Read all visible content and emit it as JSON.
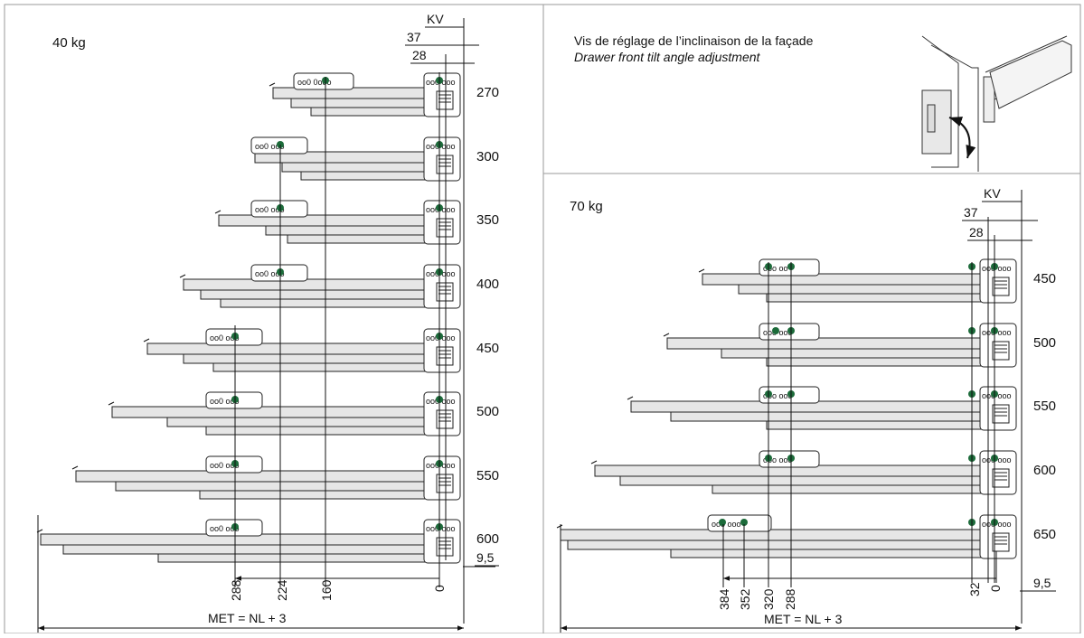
{
  "left": {
    "load": "40 kg",
    "kv": "KV",
    "dim37": "37",
    "dim28": "28",
    "dim95": "9,5",
    "met": "MET = NL + 3",
    "lengths": [
      "270",
      "300",
      "350",
      "400",
      "450",
      "500",
      "550",
      "600"
    ],
    "bottom_dims": [
      "288",
      "224",
      "160",
      "0"
    ]
  },
  "right_top": {
    "title_fr": "Vis de réglage de l’inclinaison de la façade",
    "title_en": "Drawer front tilt angle adjustment"
  },
  "right": {
    "load": "70 kg",
    "kv": "KV",
    "dim37": "37",
    "dim28": "28",
    "dim95": "9,5",
    "met": "MET = NL + 3",
    "lengths": [
      "450",
      "500",
      "550",
      "600",
      "650"
    ],
    "bottom_dims": [
      "384",
      "352",
      "320",
      "288",
      "32",
      "0"
    ]
  },
  "colors": {
    "dot": "#1c6b3a",
    "rail": "#e6e6e6",
    "line": "#222222"
  }
}
